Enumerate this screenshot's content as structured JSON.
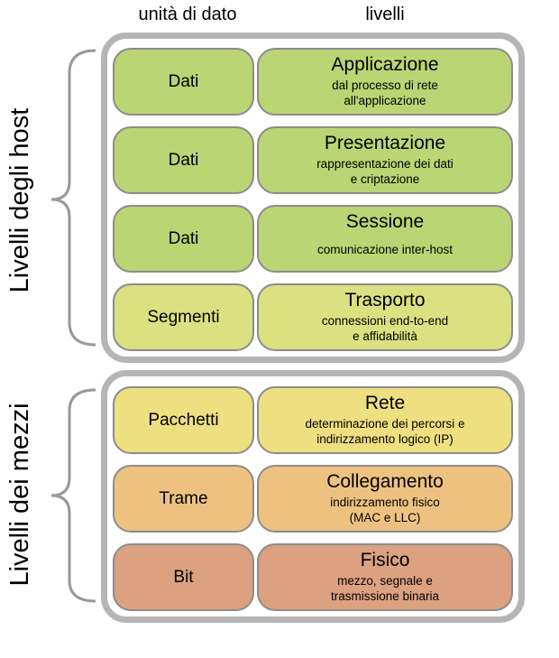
{
  "header": {
    "units_label": "unità di dato",
    "levels_label": "livelli"
  },
  "colors": {
    "container_border": "#b5b5b5",
    "box_border": "#8c8c8c",
    "application_green": "#bad573",
    "transport_yellow_green": "#dbe180",
    "network_yellow": "#eee081",
    "link_orange": "#edc281",
    "physical_salmon": "#dca181",
    "brace_gray": "#999999"
  },
  "groups": [
    {
      "side_label": "Livelli degli host",
      "rows": [
        {
          "unit": "Dati",
          "layer": "Applicazione",
          "desc": [
            "dal processo di rete",
            "all'applicazione"
          ],
          "color": "#bad573"
        },
        {
          "unit": "Dati",
          "layer": "Presentazione",
          "desc": [
            "rappresentazione dei dati",
            "e criptazione"
          ],
          "color": "#bad573"
        },
        {
          "unit": "Dati",
          "layer": "Sessione",
          "desc": [
            "comunicazione inter-host"
          ],
          "color": "#bad573"
        },
        {
          "unit": "Segmenti",
          "layer": "Trasporto",
          "desc": [
            "connessioni end-to-end",
            "e affidabilità"
          ],
          "color": "#dbe180"
        }
      ]
    },
    {
      "side_label": "Livelli dei mezzi",
      "rows": [
        {
          "unit": "Pacchetti",
          "layer": "Rete",
          "desc": [
            "determinazione dei percorsi e",
            "indirizzamento logico (IP)"
          ],
          "color": "#eee081"
        },
        {
          "unit": "Trame",
          "layer": "Collegamento",
          "desc": [
            "indirizzamento fisico",
            "(MAC e LLC)"
          ],
          "color": "#edc281"
        },
        {
          "unit": "Bit",
          "layer": "Fisico",
          "desc": [
            "mezzo, segnale e",
            "trasmissione binaria"
          ],
          "color": "#dca181"
        }
      ]
    }
  ]
}
